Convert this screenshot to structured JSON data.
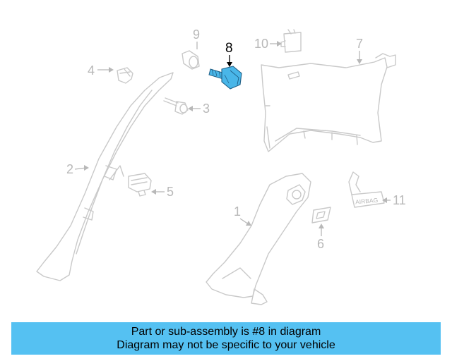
{
  "callouts": {
    "c1": "1",
    "c2": "2",
    "c3": "3",
    "c4": "4",
    "c5": "5",
    "c6": "6",
    "c7": "7",
    "c8": "8",
    "c9": "9",
    "c10": "10",
    "c11": "11"
  },
  "airbag_label": "AIRBAG",
  "banner": {
    "line1": "Part or sub-assembly is #8 in diagram",
    "line2": "Diagram may not be specific to your vehicle"
  },
  "colors": {
    "highlight_part": "#49b6e8",
    "banner_bg": "#55c1f2",
    "line_art": "#c9c9c9"
  }
}
